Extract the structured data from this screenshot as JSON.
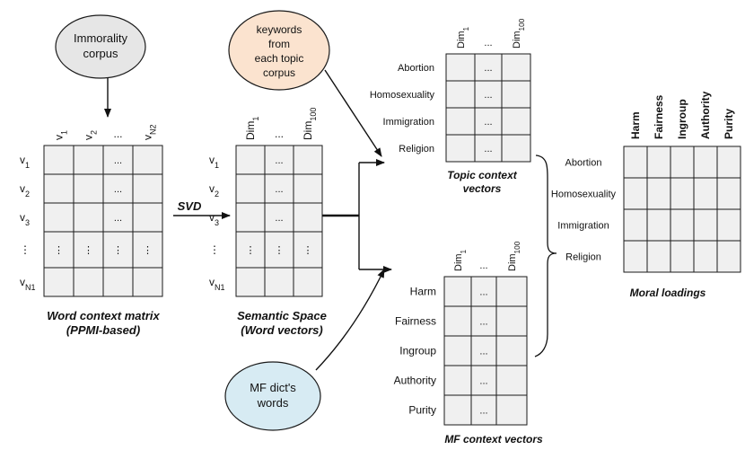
{
  "nodes": {
    "immorality_corpus": {
      "line1": "Immorality",
      "line2": "corpus"
    },
    "keywords_topic": {
      "line1": "keywords",
      "line2": "from",
      "line3": "each topic",
      "line4": "corpus"
    },
    "mf_dict": {
      "line1": "MF dict's",
      "line2": "words"
    }
  },
  "colors": {
    "immorality_fill": "#e6e6e6",
    "keywords_fill": "#fbe3cf",
    "mf_dict_fill": "#d7ebf3",
    "cell_fill": "#f0f0f0",
    "stroke": "#1a1a1a"
  },
  "word_context_matrix": {
    "col_headers": [
      "v",
      "v",
      "...",
      "v"
    ],
    "col_subs": [
      "1",
      "2",
      "",
      "N2"
    ],
    "row_headers": [
      "v",
      "v",
      "v",
      "⋮",
      "v"
    ],
    "row_subs": [
      "1",
      "2",
      "3",
      "",
      "N1"
    ],
    "cells": [
      [
        "",
        "",
        "...",
        ""
      ],
      [
        "",
        "",
        "...",
        ""
      ],
      [
        "",
        "",
        "...",
        ""
      ],
      [
        "⋮",
        "⋮",
        "⋮",
        "⋮"
      ],
      [
        "",
        "",
        "",
        ""
      ]
    ],
    "caption1": "Word context matrix",
    "caption2": "(PPMI-based)"
  },
  "svd_label": "SVD",
  "semantic_space": {
    "col_headers": [
      "Dim",
      "...",
      "Dim"
    ],
    "col_subs": [
      "1",
      "",
      "100"
    ],
    "row_headers": [
      "v",
      "v",
      "v",
      "⋮",
      "v"
    ],
    "row_subs": [
      "1",
      "2",
      "3",
      "",
      "N1"
    ],
    "cells": [
      [
        "",
        "...",
        ""
      ],
      [
        "",
        "...",
        ""
      ],
      [
        "",
        "...",
        ""
      ],
      [
        "⋮",
        "⋮",
        "⋮"
      ],
      [
        "",
        "",
        ""
      ]
    ],
    "caption1": "Semantic Space",
    "caption2": "(Word vectors)"
  },
  "topic_context": {
    "col_headers": [
      "Dim",
      "...",
      "Dim"
    ],
    "col_subs": [
      "1",
      "",
      "100"
    ],
    "row_headers": [
      "Abortion",
      "Homosexuality",
      "Immigration",
      "Religion"
    ],
    "cells": [
      [
        "",
        "...",
        ""
      ],
      [
        "",
        "...",
        ""
      ],
      [
        "",
        "...",
        ""
      ],
      [
        "",
        "...",
        ""
      ]
    ],
    "caption1": "Topic context",
    "caption2": "vectors"
  },
  "mf_context": {
    "col_headers": [
      "Dim",
      "...",
      "Dim"
    ],
    "col_subs": [
      "1",
      "",
      "100"
    ],
    "row_headers": [
      "Harm",
      "Fairness",
      "Ingroup",
      "Authority",
      "Purity"
    ],
    "cells": [
      [
        "",
        "...",
        ""
      ],
      [
        "",
        "...",
        ""
      ],
      [
        "",
        "...",
        ""
      ],
      [
        "",
        "...",
        ""
      ],
      [
        "",
        "...",
        ""
      ]
    ],
    "caption": "MF context vectors"
  },
  "moral_loadings": {
    "col_headers": [
      "Harm",
      "Fairness",
      "Ingroup",
      "Authority",
      "Purity"
    ],
    "row_headers": [
      "Abortion",
      "Homosexuality",
      "Immigration",
      "Religion"
    ],
    "caption": "Moral loadings"
  }
}
